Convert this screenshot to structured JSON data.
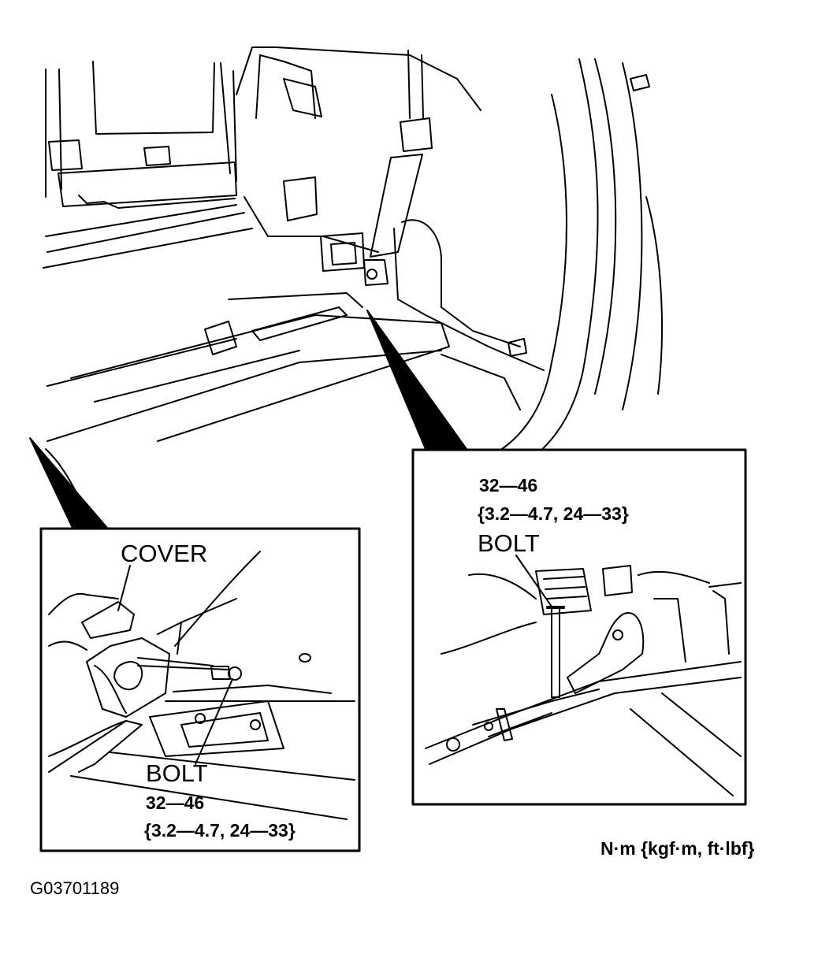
{
  "figure_id": "G03701189",
  "units_note": "N·m {kgf·m, ft·lbf}",
  "left_detail": {
    "cover_label": "COVER",
    "bolt_label": "BOLT",
    "torque_nm": "32—46",
    "torque_alt": "{3.2—4.7, 24—33}"
  },
  "right_detail": {
    "bolt_label": "BOLT",
    "torque_nm": "32—46",
    "torque_alt": "{3.2—4.7, 24—33}"
  }
}
